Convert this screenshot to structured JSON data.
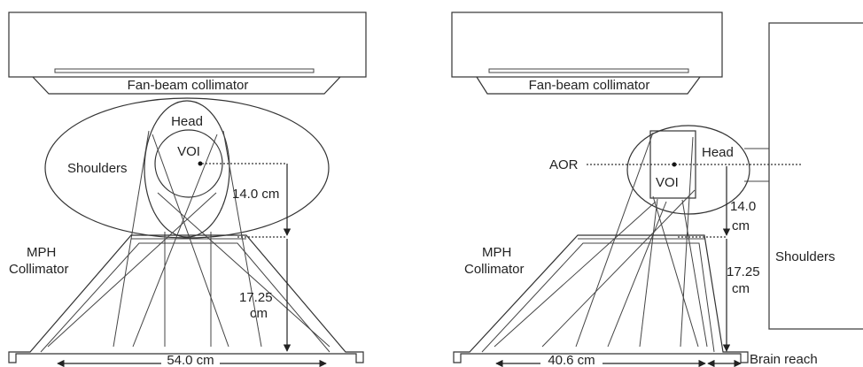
{
  "left_panel": {
    "fan_beam_label": "Fan-beam collimator",
    "head_label": "Head",
    "voi_label": "VOI",
    "shoulders_label": "Shoulders",
    "distance_upper": "14.0 cm",
    "mph_label_line1": "MPH",
    "mph_label_line2": "Collimator",
    "distance_lower_line1": "17.25",
    "distance_lower_line2": "cm",
    "width_label": "54.0 cm"
  },
  "right_panel": {
    "fan_beam_label": "Fan-beam collimator",
    "aor_label": "AOR",
    "head_label": "Head",
    "voi_label": "VOI",
    "distance_upper_line1": "14.0",
    "distance_upper_line2": "cm",
    "mph_label_line1": "MPH",
    "mph_label_line2": "Collimator",
    "distance_lower_line1": "17.25",
    "distance_lower_line2": "cm",
    "shoulders_label": "Shoulders",
    "width_label": "40.6 cm",
    "brain_reach_label": "Brain reach"
  }
}
